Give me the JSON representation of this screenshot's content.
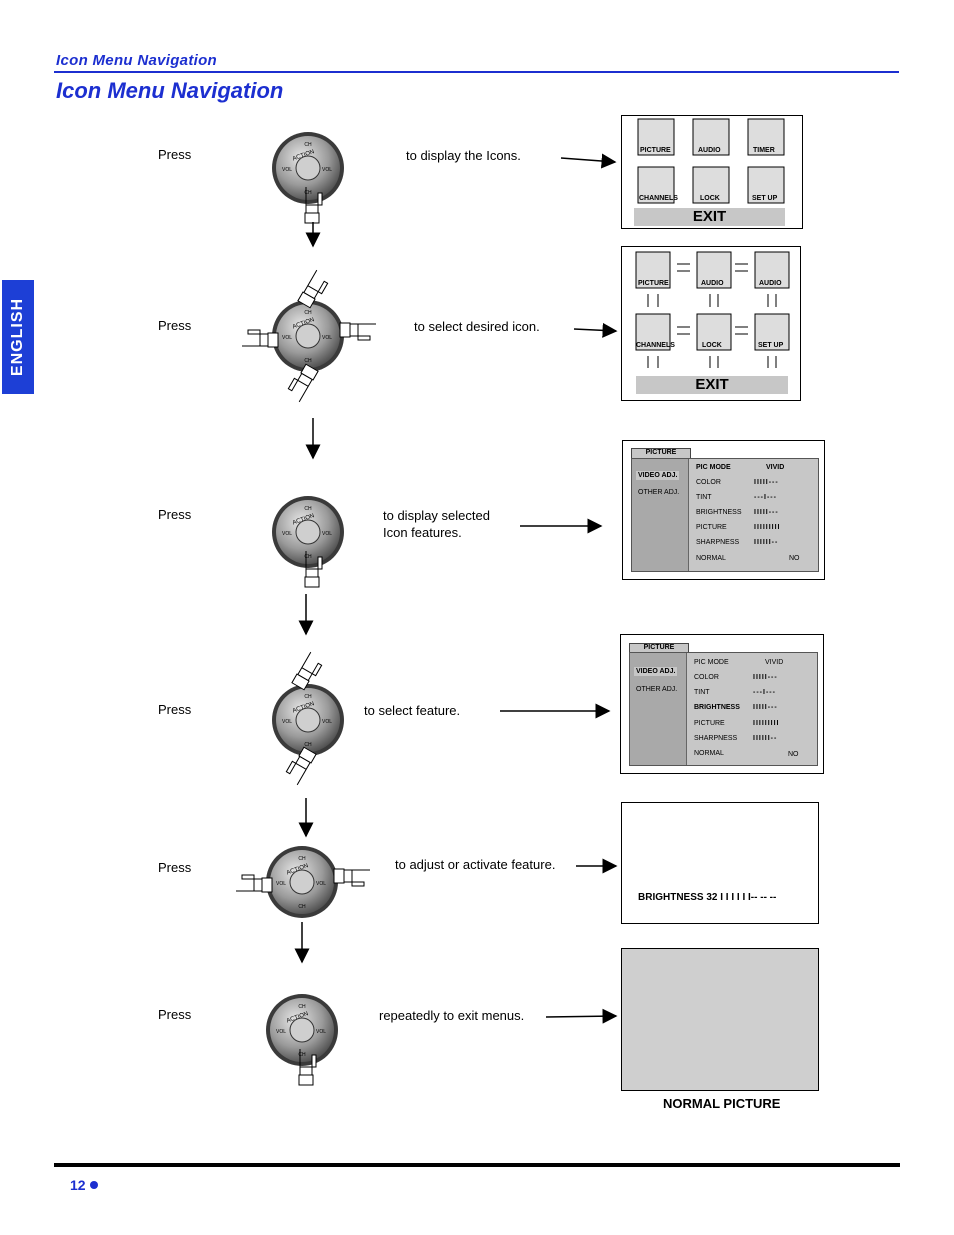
{
  "header": {
    "section": "Icon Menu Navigation",
    "title": "Icon Menu Navigation"
  },
  "side_tab": "ENGLISH",
  "steps": [
    {
      "press": "Press",
      "text": "to display the Icons."
    },
    {
      "press": "Press",
      "text": "to select desired icon."
    },
    {
      "press": "Press",
      "text": "to display selected Icon features."
    },
    {
      "press": "Press",
      "text": "to select feature."
    },
    {
      "press": "Press",
      "text": "to adjust or activate feature."
    },
    {
      "press": "Press",
      "text": "repeatedly to exit menus."
    }
  ],
  "remote": {
    "ch": "CH",
    "action": "ACTION",
    "vol": "VOL"
  },
  "icons": {
    "picture": "PICTURE",
    "audio": "AUDIO",
    "timer": "TIMER",
    "channels": "CHANNELS",
    "lock": "LOCK",
    "setup": "SET UP",
    "exit": "EXIT"
  },
  "menu": {
    "tab": "PICTURE",
    "left_items": [
      "VIDEO ADJ.",
      "OTHER ADJ."
    ],
    "rows": [
      {
        "label": "PIC MODE",
        "value": "VIVID"
      },
      {
        "label": "COLOR",
        "value": "IIIII---"
      },
      {
        "label": "TINT",
        "value": "---I---"
      },
      {
        "label": "BRIGHTNESS",
        "value": "IIIII---"
      },
      {
        "label": "PICTURE",
        "value": "IIIIIIIII"
      },
      {
        "label": "SHARPNESS",
        "value": "IIIIII--"
      },
      {
        "label": "NORMAL",
        "value": "NO"
      }
    ]
  },
  "brightness_line": "BRIGHTNESS 32 I I I I I I-- -- --",
  "normal_picture": "NORMAL PICTURE",
  "page_number": "12"
}
